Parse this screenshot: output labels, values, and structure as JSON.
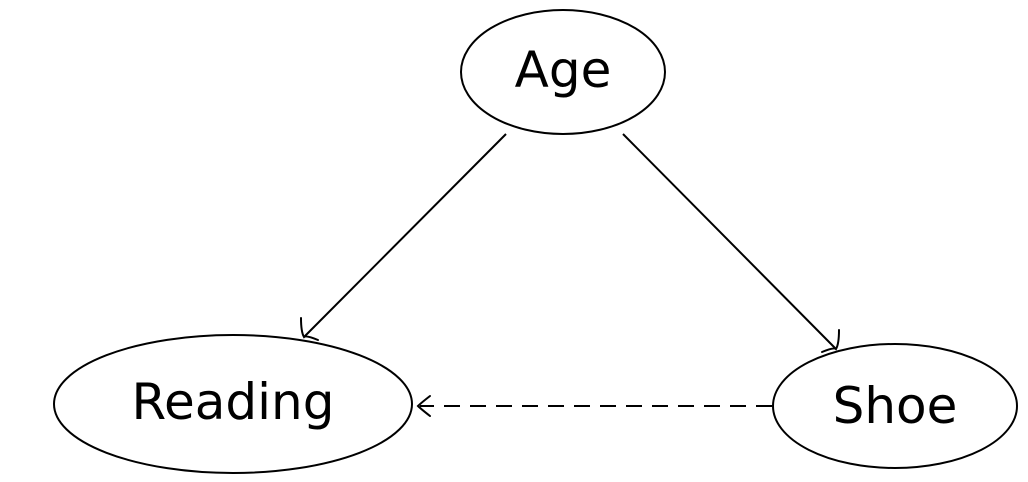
{
  "diagram": {
    "type": "causal-graph",
    "nodes": [
      {
        "id": "age",
        "label": "Age"
      },
      {
        "id": "reading",
        "label": "Reading"
      },
      {
        "id": "shoe",
        "label": "Shoe"
      }
    ],
    "edges": [
      {
        "from": "age",
        "to": "reading",
        "style": "solid"
      },
      {
        "from": "age",
        "to": "shoe",
        "style": "solid"
      },
      {
        "from": "shoe",
        "to": "reading",
        "style": "dashed"
      }
    ],
    "colors": {
      "stroke": "#000000",
      "background": "#ffffff"
    }
  }
}
